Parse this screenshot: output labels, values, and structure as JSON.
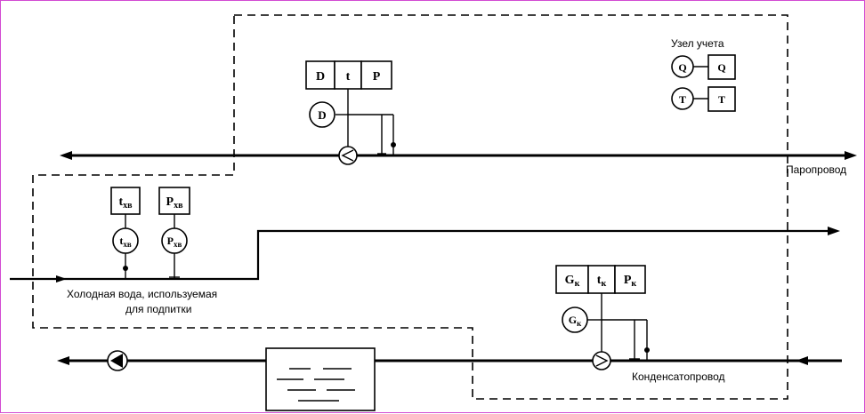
{
  "labels": {
    "metering_unit": "Узел учета",
    "steam_line": "Паропровод",
    "cold_water_line1": "Холодная вода, используемая",
    "cold_water_line2": "для подпитки",
    "condensate_line": "Конденсатопровод"
  },
  "steam_box": {
    "cells": [
      "D",
      "t",
      "P"
    ],
    "flowmeter": "D"
  },
  "legend": {
    "rows": [
      {
        "circle": "Q",
        "box": "Q"
      },
      {
        "circle": "T",
        "box": "T"
      }
    ]
  },
  "cold_water": {
    "temp_box": {
      "main": "t",
      "sub": "хв"
    },
    "press_box": {
      "main": "P",
      "sub": "хв"
    },
    "temp_circle": {
      "main": "t",
      "sub": "хв"
    },
    "press_circle": {
      "main": "P",
      "sub": "хв"
    }
  },
  "condensate_box": {
    "cells": [
      {
        "main": "G",
        "sub": "к"
      },
      {
        "main": "t",
        "sub": "к"
      },
      {
        "main": "P",
        "sub": "к"
      }
    ],
    "flowmeter": {
      "main": "G",
      "sub": "к"
    }
  },
  "colors": {
    "line": "#000000",
    "frame_border": "#d24bd2",
    "background": "#ffffff"
  }
}
